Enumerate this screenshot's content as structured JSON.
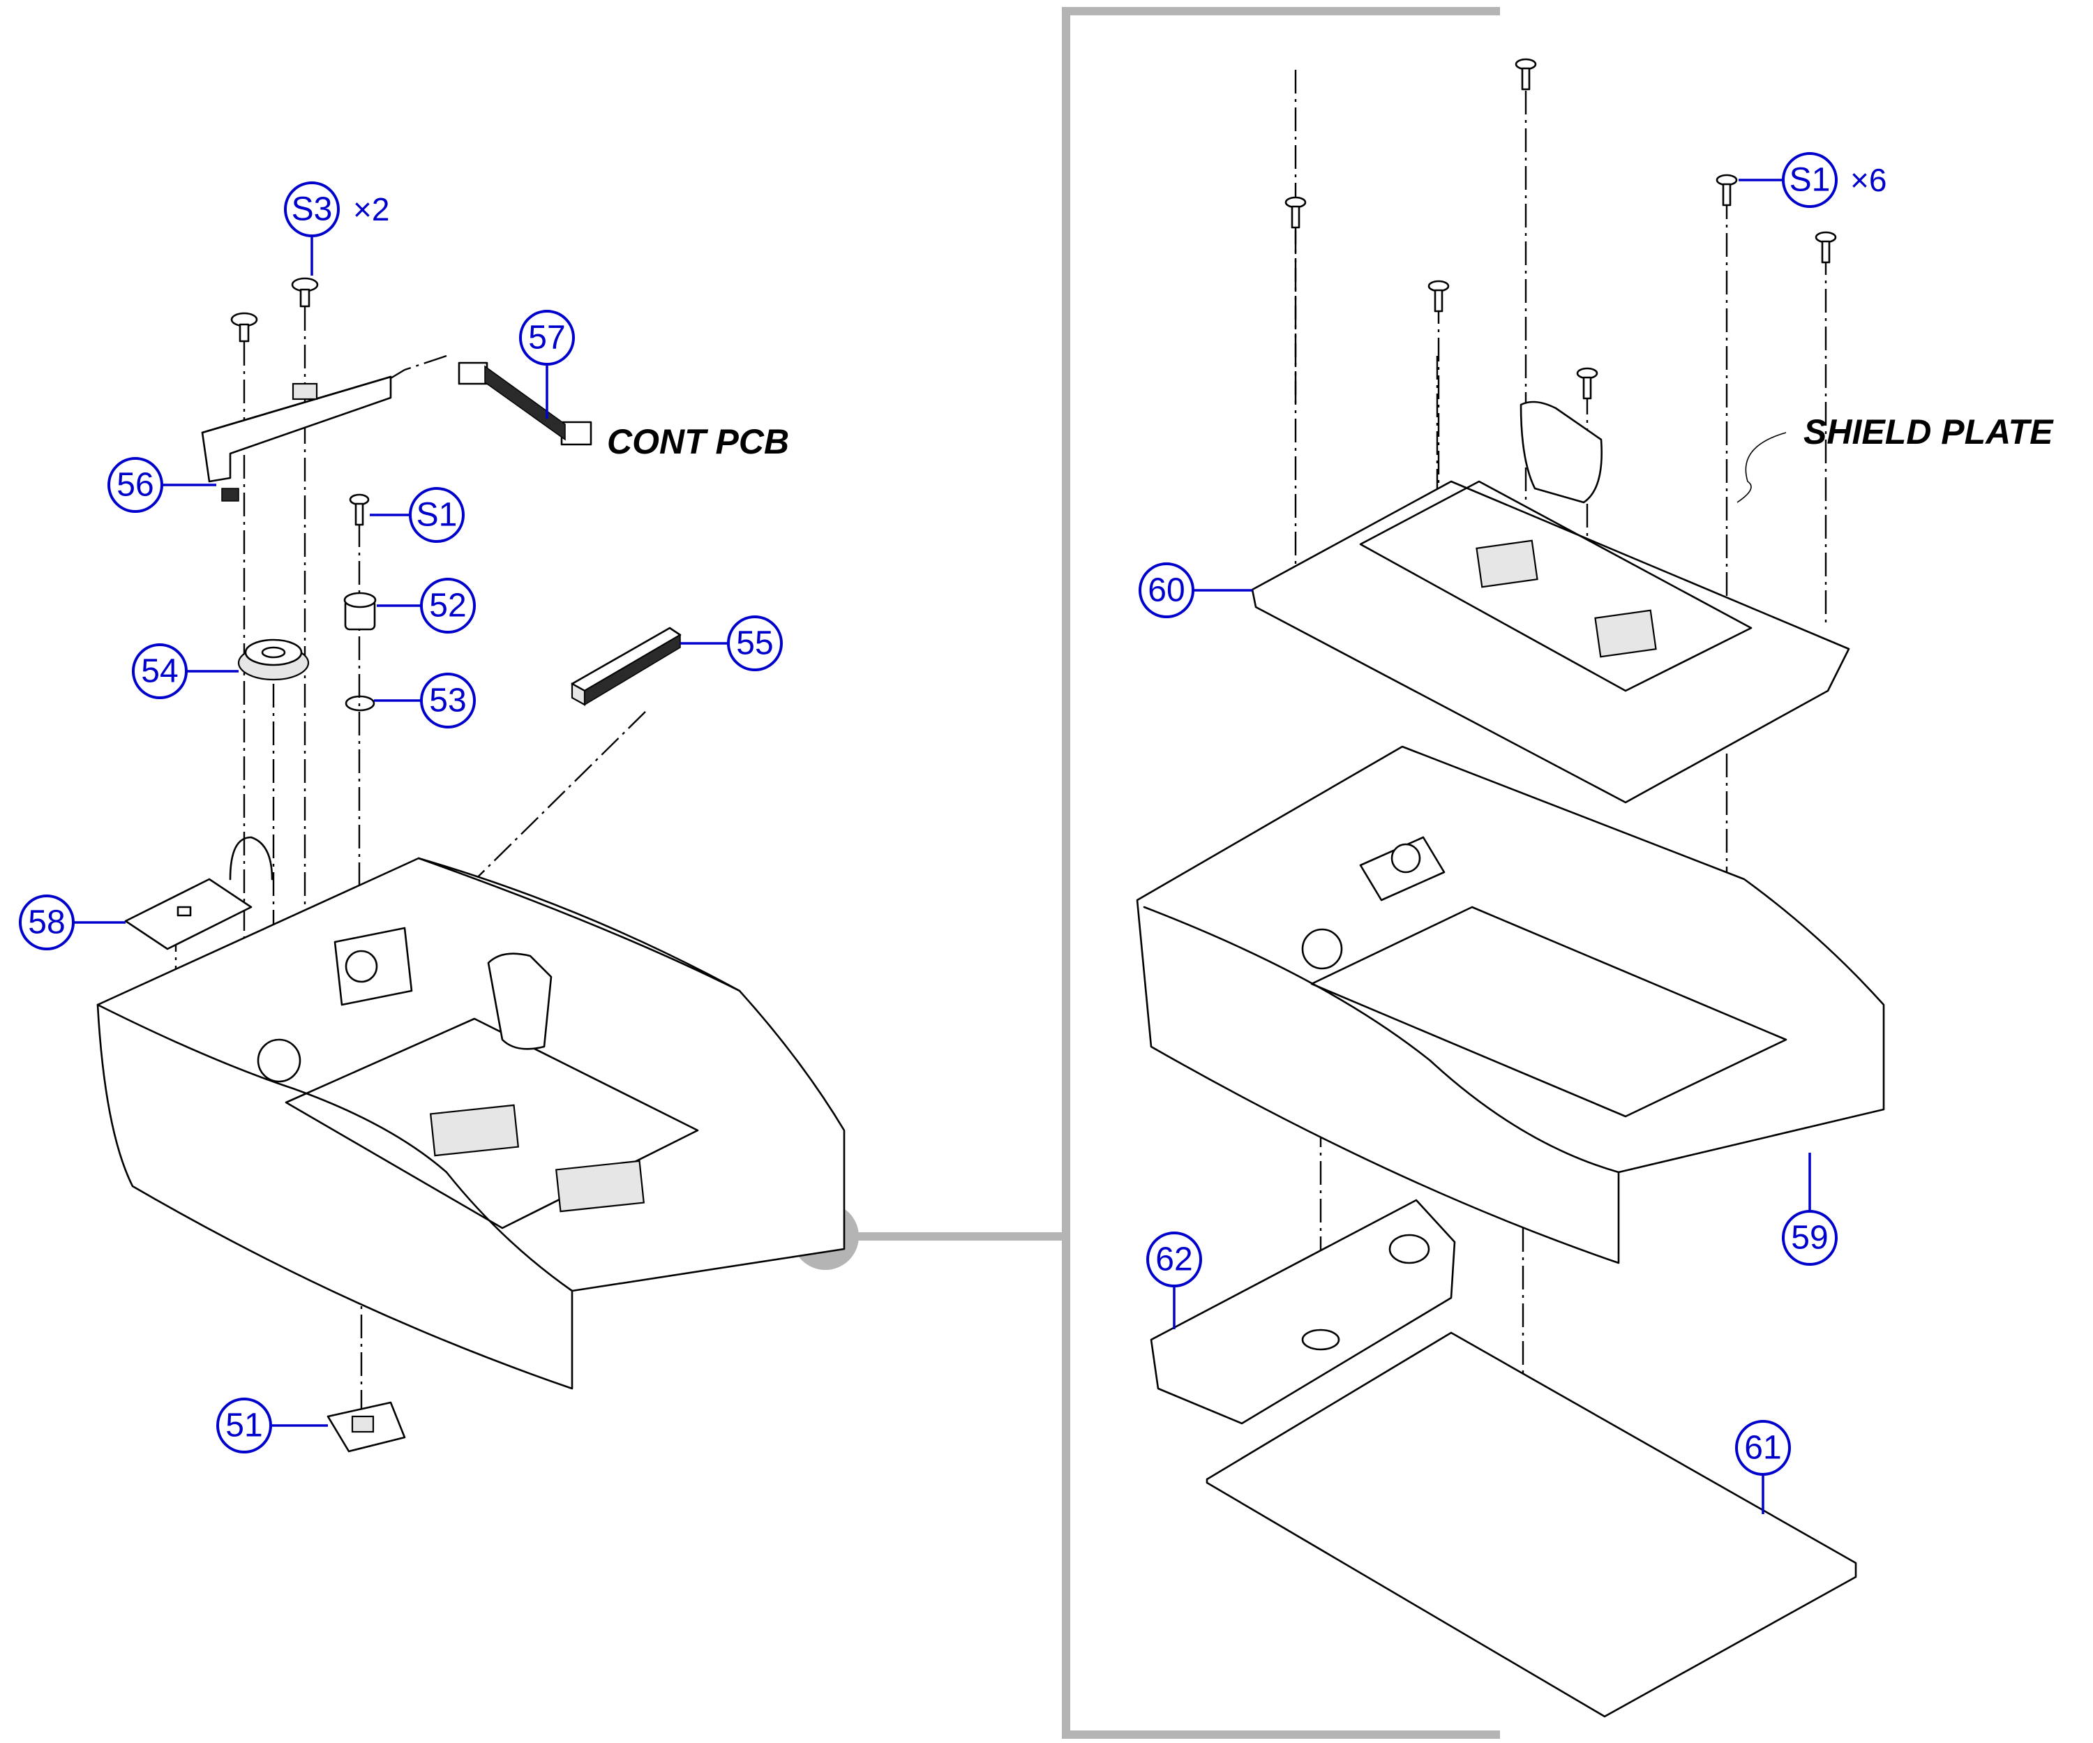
{
  "callouts": {
    "s3": "S3",
    "s3_qty": "×2",
    "p57": "57",
    "p56": "56",
    "s1_left": "S1",
    "p52": "52",
    "p54": "54",
    "p55": "55",
    "p53": "53",
    "p58": "58",
    "p51": "51",
    "s1_right": "S1",
    "s1_right_qty": "×6",
    "p60": "60",
    "p59": "59",
    "p62": "62",
    "p61": "61"
  },
  "labels": {
    "cont_pcb": "CONT PCB",
    "shield_plate": "SHIELD PLATE"
  },
  "colors": {
    "callout": "#0000cc",
    "bracket": "#b4b4b4",
    "line": "#000000"
  }
}
